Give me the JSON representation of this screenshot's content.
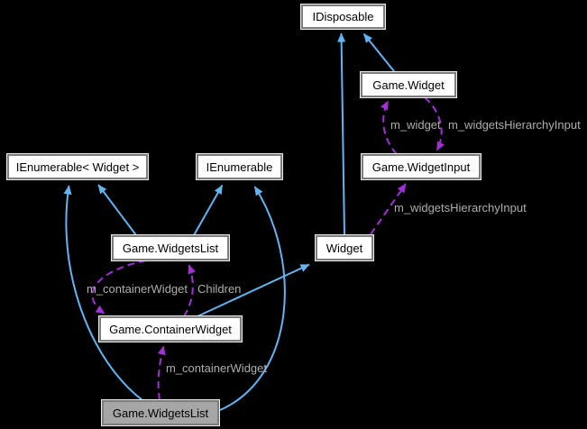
{
  "diagram": {
    "kind": "doxygen-collaboration-graph",
    "background": "#000000",
    "nodes": [
      {
        "id": "idisposable",
        "label": "IDisposable"
      },
      {
        "id": "game-widget",
        "label": "Game.Widget"
      },
      {
        "id": "game-widgetinput",
        "label": "Game.WidgetInput"
      },
      {
        "id": "ienumerable-widget",
        "label": "IEnumerable< Widget >"
      },
      {
        "id": "ienumerable",
        "label": "IEnumerable"
      },
      {
        "id": "game-widgetslist",
        "label": "Game.WidgetsList"
      },
      {
        "id": "widget",
        "label": "Widget"
      },
      {
        "id": "game-containerwidget",
        "label": "Game.ContainerWidget"
      },
      {
        "id": "game-widgetslist-main",
        "label": "Game.WidgetsList"
      }
    ],
    "edge_labels": [
      {
        "text": "m_widget"
      },
      {
        "text": "m_widgetsHierarchyInput"
      },
      {
        "text": "m_widgetsHierarchyInput"
      },
      {
        "text": "m_containerWidget"
      },
      {
        "text": "Children"
      },
      {
        "text": "m_containerWidget"
      }
    ],
    "colors": {
      "background": "#000000",
      "inheritance_edge": "#63b4f2",
      "usage_edge": "#a032d4",
      "node_fill": "#ffffff",
      "main_node_fill": "#a6a6a6",
      "node_border": "#7d7d7d",
      "node_text": "#000000",
      "edge_label_text": "#aeaeae"
    }
  }
}
